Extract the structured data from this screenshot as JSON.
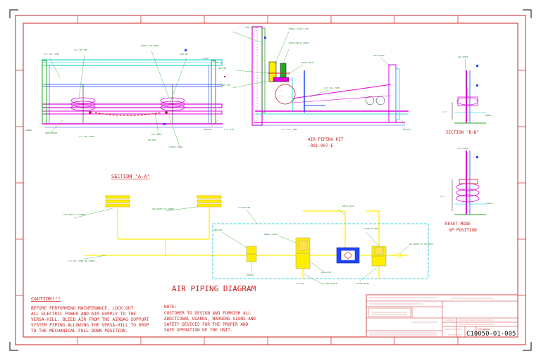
{
  "labels": {
    "section_aa": "SECTION \"A-A\"",
    "section_bb": "SECTION \"B-B\"",
    "air_piping_kit": "AIR PIPING KIT",
    "air_piping_kit_no": "-001-007-E",
    "reset_mode_1": "RESET MODE",
    "reset_mode_2": "UP POSITION",
    "air_piping_diagram": "AIR PIPING DIAGRAM"
  },
  "caution": {
    "title": "CAUTION!!!",
    "lines": [
      "BEFORE PERFORMING MAINTENANCE, LOCK OUT",
      "ALL ELECTRIC POWER AND AIR SUPPLY TO THE",
      "VERSA-HILL. BLEED AIR FROM THE AIRBAG SUPPORT",
      "SYSTEM PIPING ALLOWING THE VERSA-HILL TO DROP",
      "TO THE MECHANICAL FULL DOWN POSITION."
    ]
  },
  "note": {
    "title": "NOTE:",
    "lines": [
      "CUSTOMER TO DESIGN AND FURNISH ALL",
      "ADDITIONAL GUARDS, WARNING SIGNS AND",
      "SAFETY DEVICES FOR THE PROPER AND",
      "SAFE OPERATION OF THE UNIT."
    ]
  },
  "title_block": {
    "drawing_number": "C10050-01-005",
    "stage": "FOR APPROVAL"
  },
  "colors": {
    "border": "#cc2222",
    "yellow": "#ffee00",
    "magenta": "#e000e0",
    "cyan": "#00c8d8",
    "green": "#22aa22",
    "blue": "#2244ff"
  }
}
